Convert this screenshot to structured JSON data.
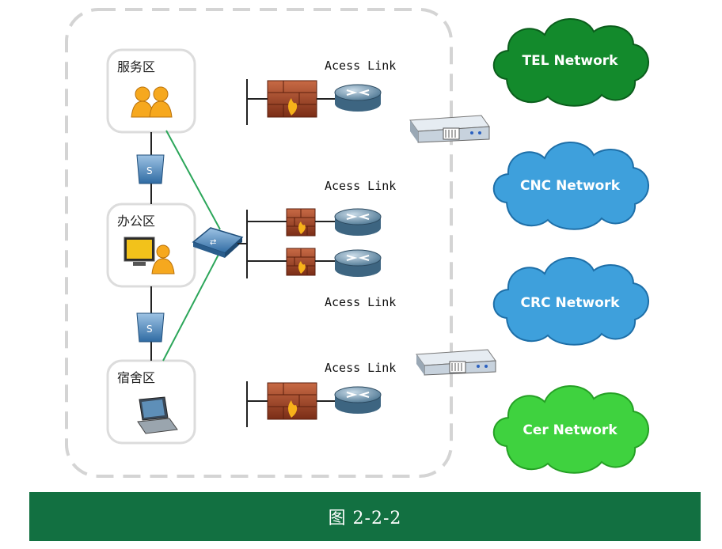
{
  "zones": [
    {
      "label": "服务区",
      "icon": "users-icon"
    },
    {
      "label": "办公区",
      "icon": "workstation-user-icon"
    },
    {
      "label": "宿舍区",
      "icon": "laptop-icon"
    }
  ],
  "access_links": [
    "Acess Link",
    "Acess Link",
    "Acess Link",
    "Acess Link"
  ],
  "clouds": [
    {
      "label": "TEL Network",
      "color": "#138a2c"
    },
    {
      "label": "CNC Network",
      "color": "#3ea0dc"
    },
    {
      "label": "CRC Network",
      "color": "#3ea0dc"
    },
    {
      "label": "Cer Network",
      "color": "#3fd23f"
    }
  ],
  "caption": "图 2-2-2",
  "colors": {
    "caption_bg": "#127041",
    "dashed_border": "#d4d4d4",
    "green_link": "#2ca65a",
    "firewall": "#a24a2a",
    "router": "#6f93ad"
  }
}
